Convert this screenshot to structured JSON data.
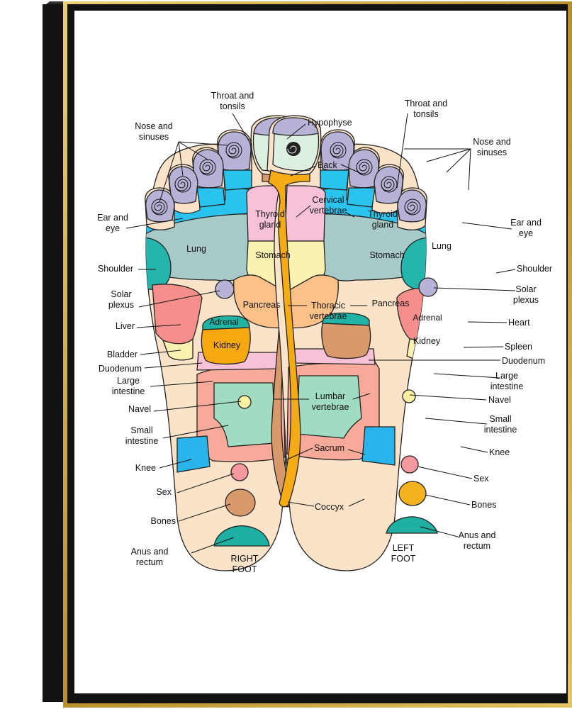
{
  "colors": {
    "frame_black": "#111111",
    "frame_gold": "#c9a640",
    "skin": "#fbe3c9",
    "toe_lavender": "#b7b3d6",
    "pituitary_green": "#dcefe0",
    "ear_eye_blue": "#29c3ee",
    "lung": "#a7c9c7",
    "shoulder_teal": "#24b5ad",
    "thyroid_pink": "#f7c2d8",
    "stomach_yellow": "#fbf1b0",
    "pancreas_orange": "#fbc189",
    "liver_heart_red": "#f58f8b",
    "adrenal_teal": "#21b4a5",
    "kidney_right": "#f5a80f",
    "kidney_left": "#d99a6b",
    "large_intestine": "#f7a99a",
    "small_intestine": "#9fdcc1",
    "navel": "#fdf1a4",
    "knee_blue": "#29b5eb",
    "sex_pink": "#f79aa0",
    "bones_right": "#d99a6b",
    "bones_left": "#f5b21f",
    "anus_teal": "#1fb0a3",
    "spine_right": "#d99a6b",
    "spine_left": "#f5ab14"
  },
  "right_foot": {
    "caption": [
      "RIGHT",
      "FOOT"
    ],
    "labels": {
      "throat": [
        "Throat and",
        "tonsils"
      ],
      "nose": [
        "Nose and",
        "sinuses"
      ],
      "ear": [
        "Ear and",
        "eye"
      ],
      "shoulder": [
        "Shoulder"
      ],
      "solar": [
        "Solar",
        "plexus"
      ],
      "liver": [
        "Liver"
      ],
      "bladder": [
        "Bladder"
      ],
      "duodenum": [
        "Duodenum"
      ],
      "large_int": [
        "Large",
        "intestine"
      ],
      "navel": [
        "Navel"
      ],
      "small_int": [
        "Small",
        "intestine"
      ],
      "knee": [
        "Knee"
      ],
      "sex": [
        "Sex"
      ],
      "bones": [
        "Bones"
      ],
      "anus": [
        "Anus and",
        "rectum"
      ]
    },
    "inner": {
      "thyroid": [
        "Thyroid",
        "gland"
      ],
      "stomach": "Stomach",
      "lung": "Lung",
      "pancreas": "Pancreas",
      "adrenal": "Adrenal",
      "kidney": "Kidney"
    }
  },
  "left_foot": {
    "caption": [
      "LEFT",
      "FOOT"
    ],
    "labels": {
      "throat": [
        "Throat and",
        "tonsils"
      ],
      "nose": [
        "Nose and",
        "sinuses"
      ],
      "ear": [
        "Ear and",
        "eye"
      ],
      "shoulder": [
        "Shoulder"
      ],
      "solar": [
        "Solar",
        "plexus"
      ],
      "heart": [
        "Heart"
      ],
      "spleen": [
        "Spleen"
      ],
      "duodenum": [
        "Duodenum"
      ],
      "large_int": [
        "Large",
        "intestine"
      ],
      "navel": [
        "Navel"
      ],
      "small_int": [
        "Small",
        "intestine"
      ],
      "knee": [
        "Knee"
      ],
      "sex": [
        "Sex"
      ],
      "bones": [
        "Bones"
      ],
      "anus": [
        "Anus and",
        "rectum"
      ]
    },
    "inner": {
      "thyroid": [
        "Thyroid",
        "gland"
      ],
      "stomach": "Stomach",
      "lung": "Lung",
      "pancreas": "Pancreas",
      "adrenal": "Adrenal",
      "kidney": "Kidney"
    }
  },
  "center_labels": {
    "hypophyse": [
      "Hypophyse"
    ],
    "back": [
      "Back"
    ],
    "cervical": [
      "Cervical",
      "vertebrae"
    ],
    "thoracic": [
      "Thoracic",
      "vertebrae"
    ],
    "lumbar": [
      "Lumbar",
      "vertebrae"
    ],
    "sacrum": [
      "Sacrum"
    ],
    "coccyx": [
      "Coccyx"
    ]
  }
}
